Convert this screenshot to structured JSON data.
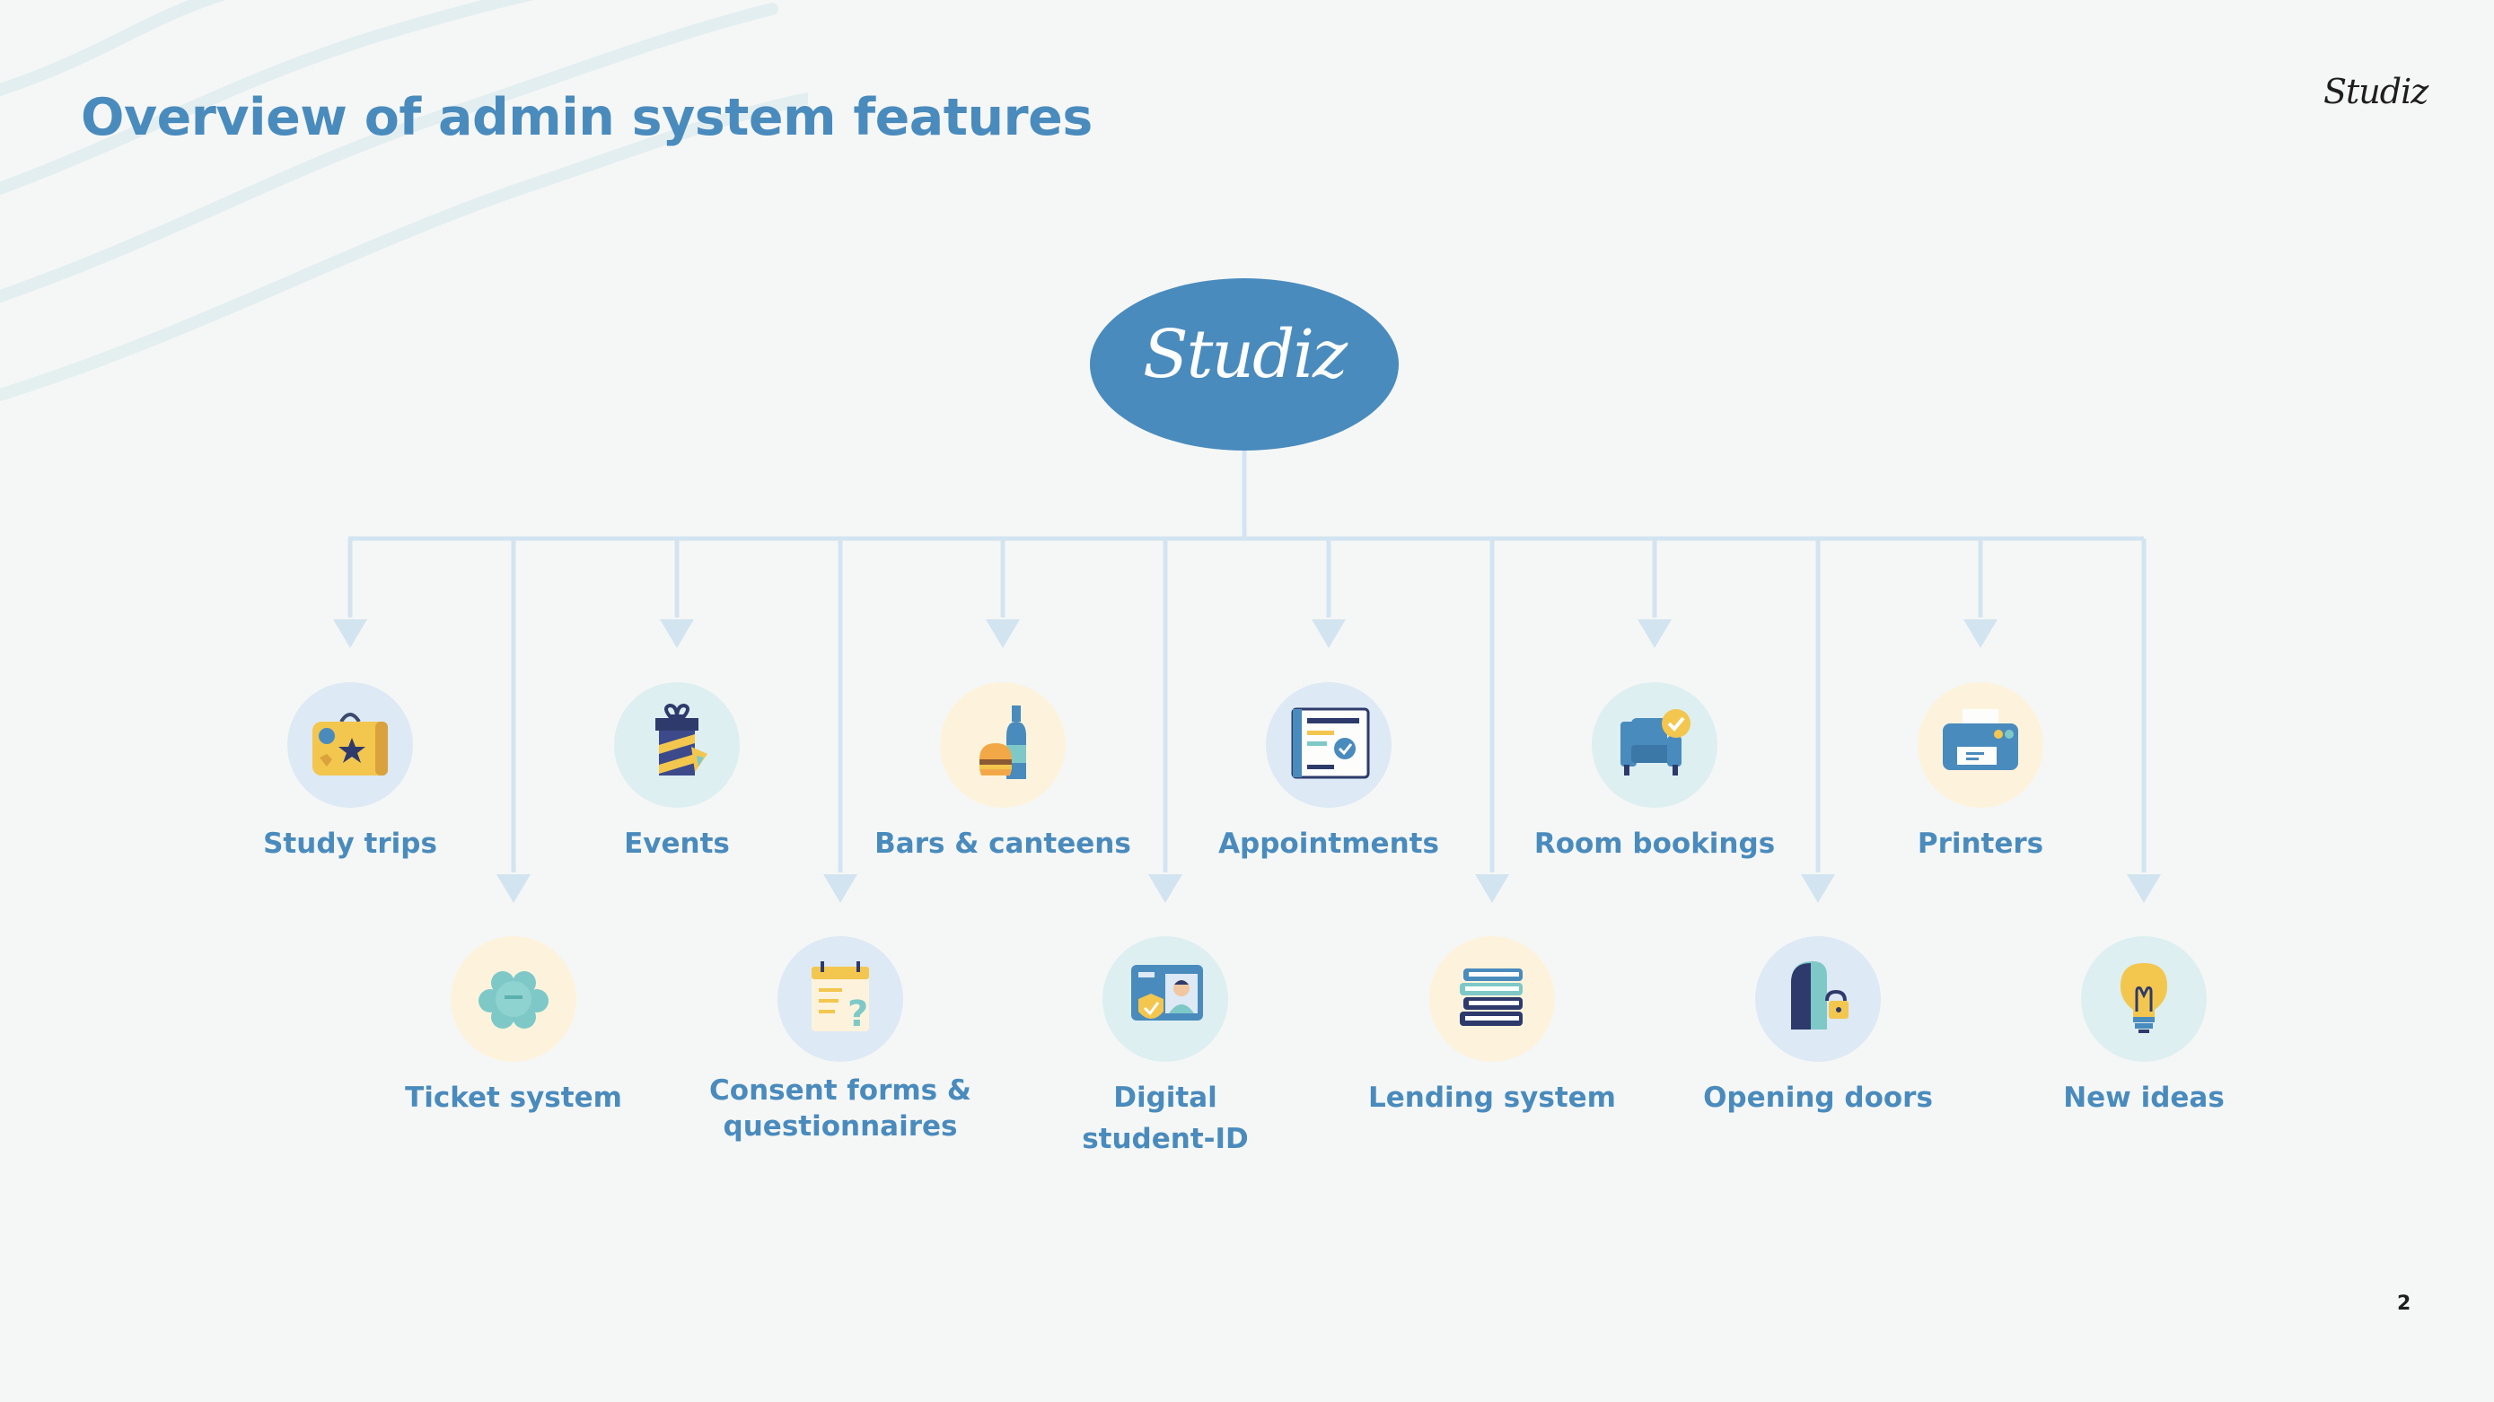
{
  "page": {
    "title": "Overview of admin system features",
    "brand": "Studiz",
    "page_number": "2"
  },
  "hub": {
    "label": "Studiz"
  },
  "features": [
    {
      "label": "Study trips",
      "icon": "suitcase-icon",
      "circle_color": "#dde9f4"
    },
    {
      "label": "Ticket system",
      "icon": "ticket-cluster-icon",
      "circle_color": "#fdf3dc"
    },
    {
      "label": "Events",
      "icon": "gift-icon",
      "circle_color": "#ddeff0"
    },
    {
      "label": "Consent forms & questionnaires",
      "label_line1": "Consent forms &",
      "label_line2": "questionnaires",
      "icon": "calendar-question-icon",
      "circle_color": "#dde9f4"
    },
    {
      "label": "Bars & canteens",
      "icon": "burger-bottle-icon",
      "circle_color": "#fdf3dc"
    },
    {
      "label": "Digital student-ID",
      "label_line1": "Digital",
      "label_line2": "student-ID",
      "icon": "id-card-icon",
      "circle_color": "#ddeff0"
    },
    {
      "label": "Appointments",
      "icon": "appointment-calendar-icon",
      "circle_color": "#dde9f4"
    },
    {
      "label": "Lending system",
      "icon": "books-icon",
      "circle_color": "#fdf3dc"
    },
    {
      "label": "Room bookings",
      "icon": "armchair-check-icon",
      "circle_color": "#ddeff0"
    },
    {
      "label": "Opening doors",
      "icon": "door-lock-icon",
      "circle_color": "#dde9f4"
    },
    {
      "label": "Printers",
      "icon": "printer-icon",
      "circle_color": "#fdf3dc"
    },
    {
      "label": "New ideas",
      "icon": "lightbulb-icon",
      "circle_color": "#ddeff0"
    }
  ],
  "colors": {
    "accent": "#4a8bbd",
    "connector": "#d3e4f1",
    "background": "#f5f7f6"
  }
}
